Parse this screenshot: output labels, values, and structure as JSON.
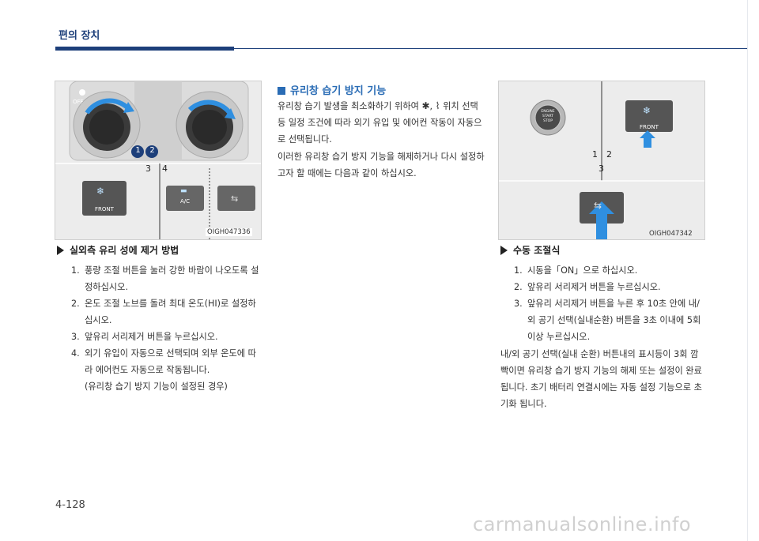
{
  "header": {
    "title": "편의 장치"
  },
  "figure_left": {
    "code": "OIGH047336",
    "num_1": "1",
    "num_2": "2",
    "num_3": "3",
    "num_4": "4",
    "off_label": "OFF",
    "btn_front": "FRONT",
    "btn_ac": "A/C"
  },
  "section_left": {
    "title": "실외측 유리 성에 제거 방법",
    "items": [
      {
        "num": "1.",
        "text": "풍량 조절 버튼을 눌러 강한 바람이 나오도록 설정하십시오."
      },
      {
        "num": "2.",
        "text": "온도 조절 노브를 돌려 최대 온도(HI)로 설정하십시오."
      },
      {
        "num": "3.",
        "text": "앞유리 서리제거 버튼을 누르십시오."
      },
      {
        "num": "4.",
        "text": "외기 유입이 자동으로 선택되며 외부 온도에 따라 에어컨도 자동으로 작동됩니다."
      }
    ],
    "note": "(유리창 습기 방지 기능이 설정된 경우)"
  },
  "section_middle": {
    "title": "유리창 습기 방지 기능",
    "p1_a": "유리창 습기 발생을 최소화하기 위하여",
    "p1_comma": ",",
    "p1_b": "위치 선택 등 일정 조건에 따라 외기 유입 및 에어컨 작동이 자동으로 선택됩니다.",
    "p2": "이러한 유리창 습기 방지 기능을 해제하거나 다시 설정하고자 할 때에는 다음과 같이 하십시오."
  },
  "figure_right": {
    "code": "OIGH047342",
    "num_1": "1",
    "num_2": "2",
    "num_3": "3",
    "start_lines": [
      "ENGINE",
      "START",
      "STOP"
    ],
    "btn_front": "FRONT"
  },
  "section_right": {
    "title": "수동 조절식",
    "items": [
      {
        "num": "1.",
        "text": "시동을「ON」으로 하십시오."
      },
      {
        "num": "2.",
        "text": "앞유리 서리제거 버튼을 누르십시오."
      },
      {
        "num": "3.",
        "text": "앞유리 서리제거 버튼을 누른 후 10초 안에 내/외 공기 선택(실내순환) 버튼을 3초 이내에 5회 이상 누르십시오."
      }
    ],
    "note": "내/외 공기 선택(실내 순환) 버튼내의 표시등이 3회 깜빡이면 유리창 습기 방지 기능의 해제 또는 설정이 완료됩니다. 초기 배터리 연결시에는 자동 설정 기능으로 초기화 됩니다."
  },
  "footer": {
    "page": "4-128",
    "watermark": "carmanualsonline.info"
  },
  "colors": {
    "header_blue": "#1d3f7a",
    "accent_blue": "#2a6cb5",
    "arrow_blue": "#2f8fe0"
  }
}
